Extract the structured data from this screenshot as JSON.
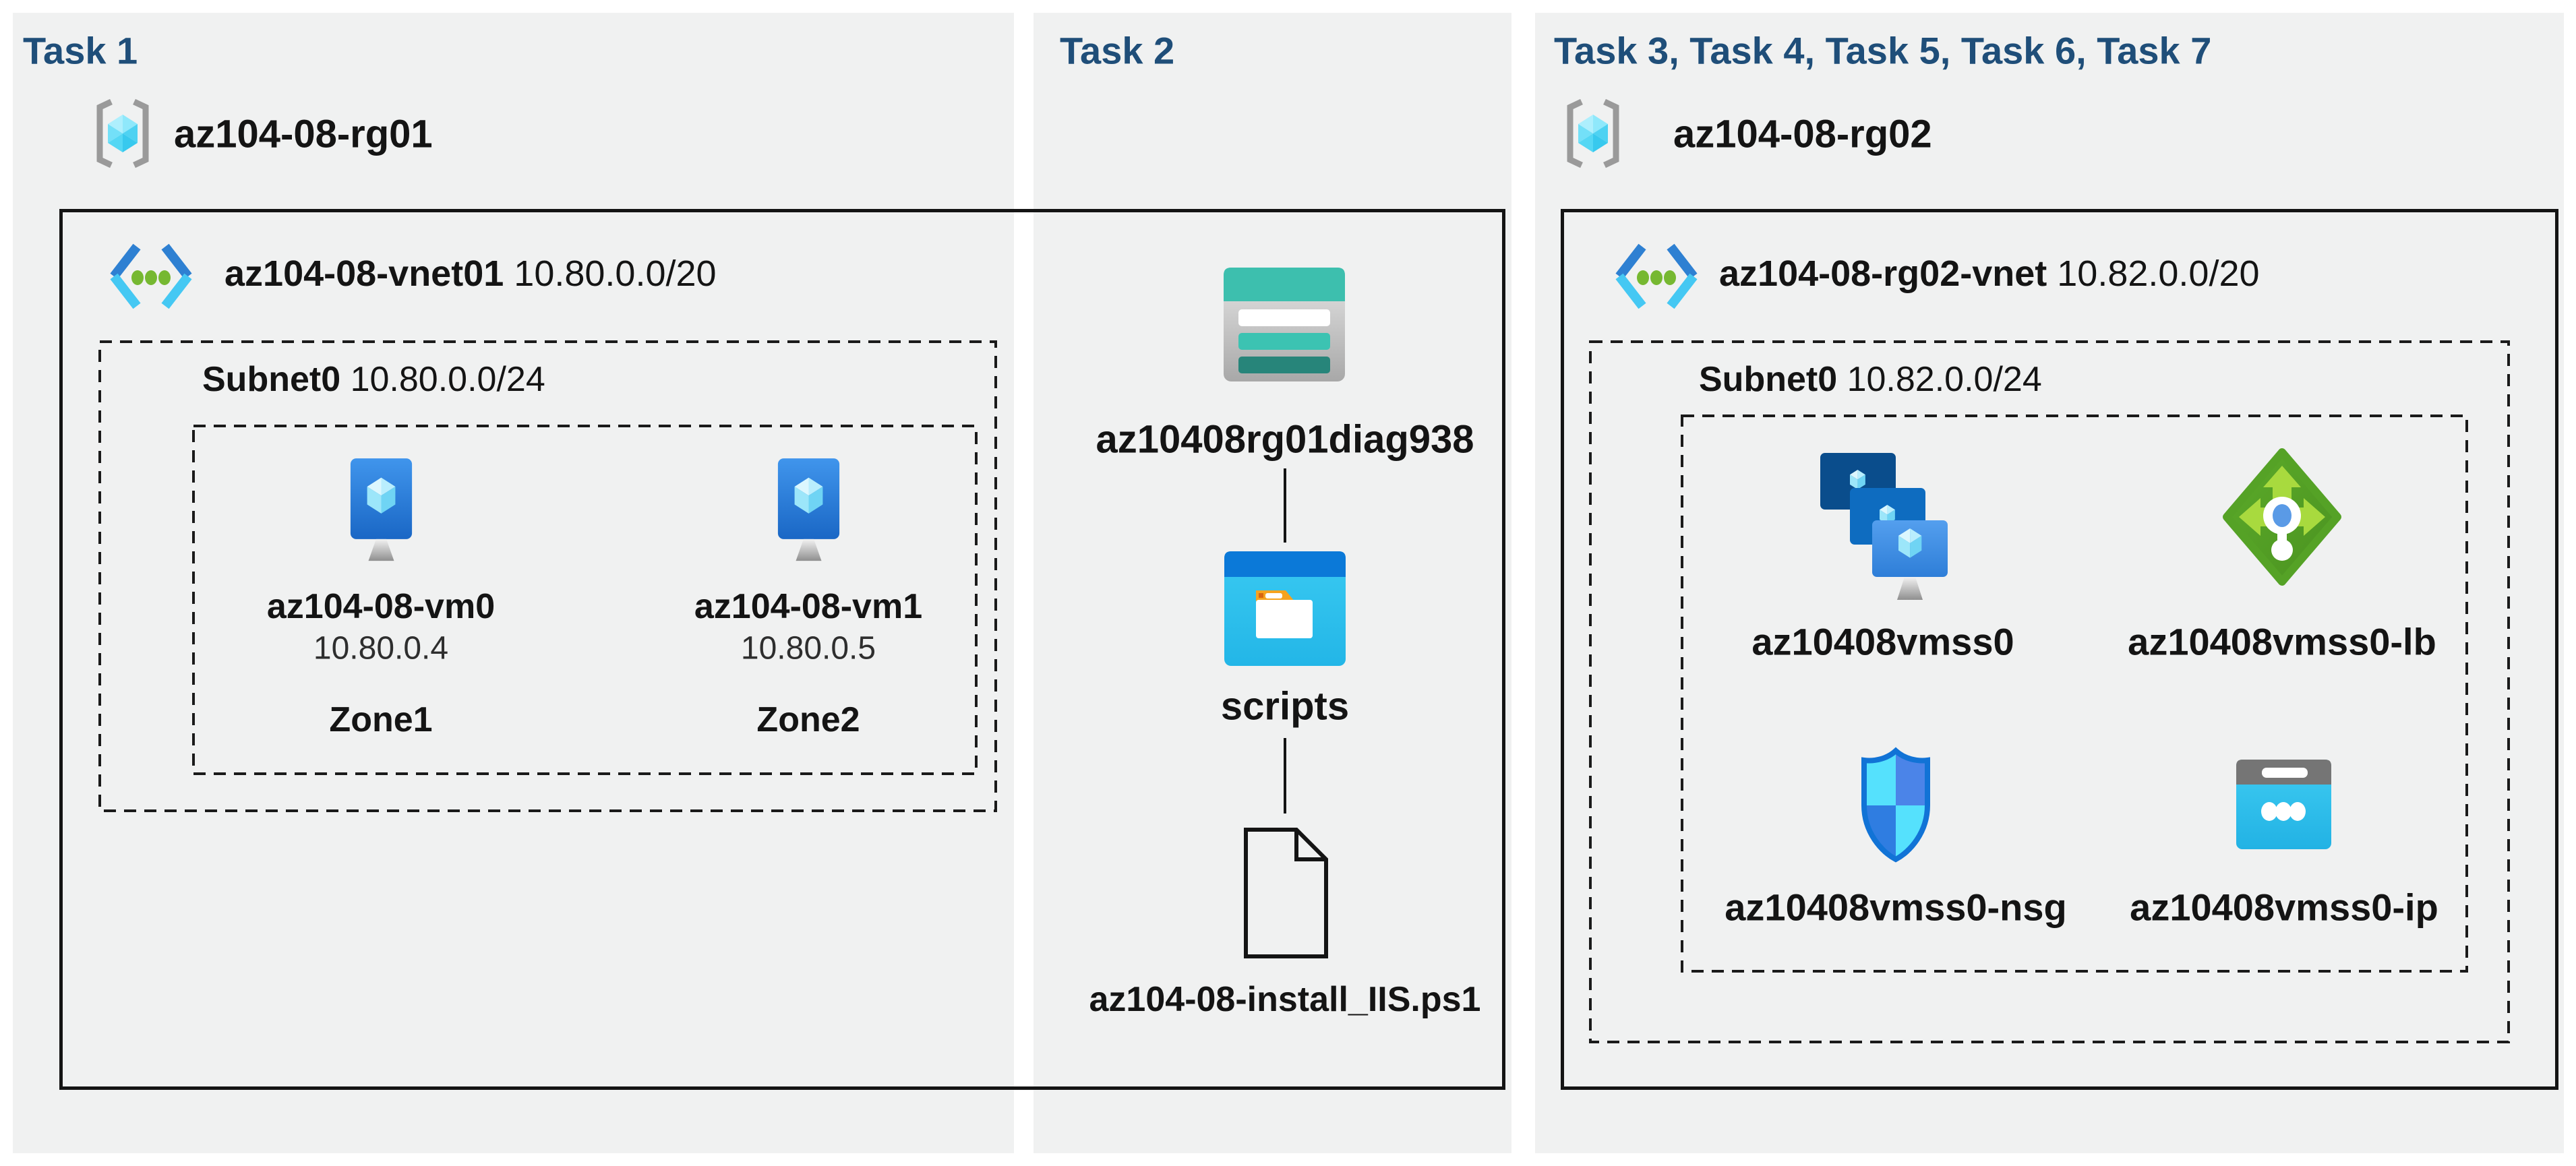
{
  "tasks": {
    "task1_title": "Task 1",
    "task2_title": "Task 2",
    "task3_title": "Task 3, Task 4, Task 5, Task 6, Task 7"
  },
  "resource_groups": {
    "rg1": "az104-08-rg01",
    "rg2": "az104-08-rg02"
  },
  "vnets": {
    "vnet1": {
      "name": "az104-08-vnet01",
      "cidr": "10.80.0.0/20"
    },
    "vnet2": {
      "name": "az104-08-rg02-vnet",
      "cidr": "10.82.0.0/20"
    }
  },
  "subnets": {
    "subnet1": {
      "name": "Subnet0",
      "cidr": "10.80.0.0/24"
    },
    "subnet2": {
      "name": "Subnet0",
      "cidr": "10.82.0.0/24"
    }
  },
  "vms": [
    {
      "name": "az104-08-vm0",
      "ip": "10.80.0.4",
      "zone": "Zone1"
    },
    {
      "name": "az104-08-vm1",
      "ip": "10.80.0.5",
      "zone": "Zone2"
    }
  ],
  "task2_chain": {
    "storage_account": "az10408rg01diag938",
    "folder": "scripts",
    "file": "az104-08-install_IIS.ps1"
  },
  "task3_items": {
    "vmss": "az10408vmss0",
    "load_balancer": "az10408vmss0-lb",
    "nsg": "az10408vmss0-nsg",
    "public_ip": "az10408vmss0-ip"
  },
  "icons": {
    "resource_group": "resource-group-icon",
    "virtual_network": "virtual-network-icon",
    "virtual_machine": "virtual-machine-icon",
    "storage_account": "storage-account-icon",
    "folder": "folder-icon",
    "file": "file-icon",
    "vm_scale_set": "vm-scale-set-icon",
    "load_balancer": "load-balancer-icon",
    "network_security_group": "nsg-shield-icon",
    "public_ip": "public-ip-icon"
  },
  "colors": {
    "title_navy": "#1f4e79",
    "panel_gray": "#f0f1f1",
    "border_black": "#141414",
    "azure_blue": "#2e80d2",
    "azure_cyan": "#45c8f3",
    "teal_storage": "#3dbfae",
    "green_lb": "#55a226",
    "orange_folder": "#f5a31f"
  }
}
